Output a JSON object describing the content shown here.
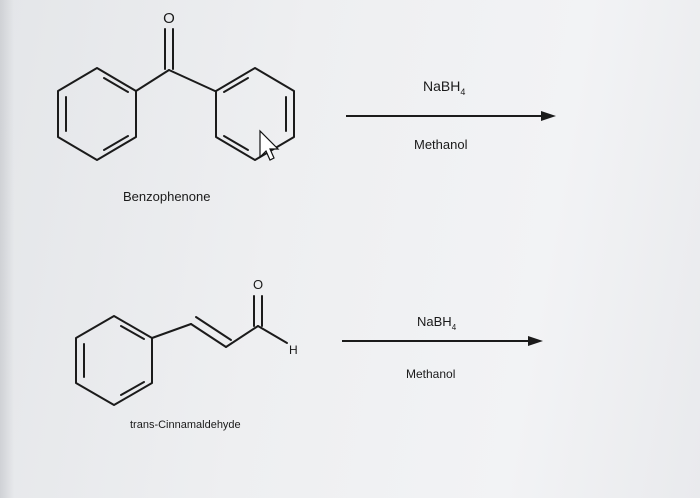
{
  "reaction_1": {
    "reactant_name": "Benzophenone",
    "oxygen_label": "O",
    "reagent": "NaBH",
    "reagent_subscript": "4",
    "solvent": "Methanol"
  },
  "reaction_2": {
    "reactant_name": "trans-Cinnamaldehyde",
    "oxygen_label": "O",
    "hydrogen_label": "H",
    "reagent": "NaBH",
    "reagent_subscript": "4",
    "solvent": "Methanol"
  },
  "colors": {
    "ink": "#1b1b1b",
    "background": "#eeeff1"
  },
  "icons": [
    "mouse-cursor-icon"
  ]
}
